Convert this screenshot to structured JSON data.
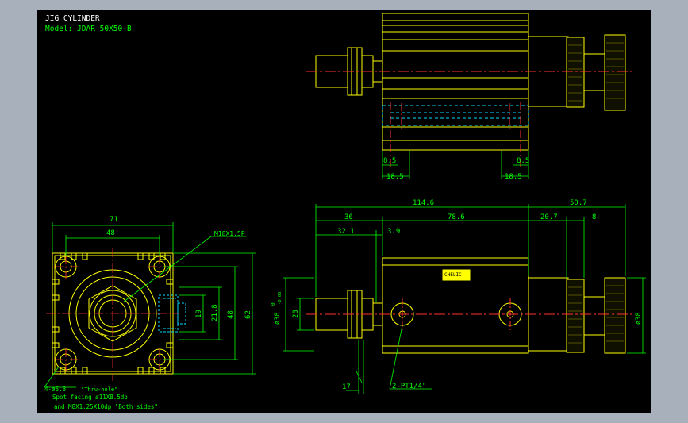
{
  "title": {
    "line1": "JIG CYLINDER",
    "line2": "Model:  JDAR  50X50-B"
  },
  "colors": {
    "background": "#000000",
    "frame": "#a8b0bb",
    "title_text": "#ffffff",
    "model_text": "#00ff00",
    "outline": "#ffff00",
    "dimension": "#00ff00",
    "centerline": "#ff3030",
    "hidden": "#00d8ff",
    "body": "#ffffff"
  },
  "dimensions": {
    "top_8_5_left": "8.5",
    "top_8_5_right": "8.5",
    "top_18_5_left": "18.5",
    "top_18_5_right": "18.5",
    "overall_length": "114.6",
    "rod_extension": "50.7",
    "d36": "36",
    "d78_6": "78.6",
    "d20_7": "20.7",
    "d8": "8",
    "d32_1": "32.1",
    "d3_9": "3.9",
    "d20": "20",
    "d38_tol": "ø38",
    "tol_upper": "0",
    "tol_lower": "-0.05",
    "d38_right": "ø38",
    "d17": "17",
    "port": "2-PT1/4\"",
    "front_71": "71",
    "front_48": "48",
    "front_19": "19",
    "front_21_8": "21.8",
    "front_48_v": "48",
    "front_62": "62",
    "thread": "M18X1.5P"
  },
  "notes": {
    "hole_spec": "4-ø6.8",
    "thru_hole": "\"Thru-hole\"",
    "spot_facing": "Spot facing  ø11X8.5dp",
    "tap": "and M8X1.25X10dp \"Both sides\"",
    "label_plate": "CHELIC"
  }
}
